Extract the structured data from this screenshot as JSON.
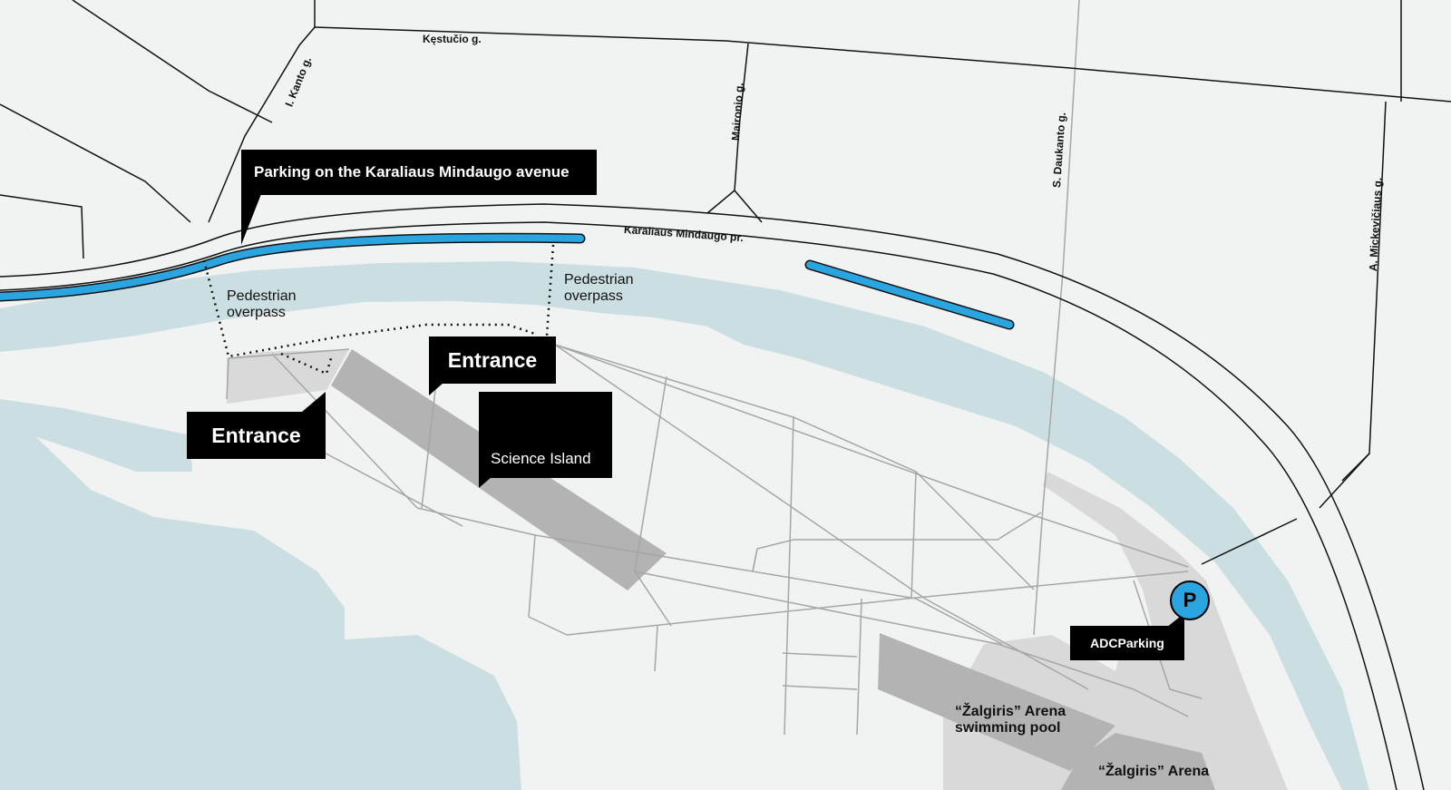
{
  "colors": {
    "background": "#f1f3f2",
    "water": "#cbdfe2",
    "road_line": "#111111",
    "path_line": "#a6a6a6",
    "building": "#b3b3b3",
    "area": "#d9d9d9",
    "parking_highlight": "#2aa5e0",
    "callout_bg": "#000000",
    "callout_text": "#ffffff"
  },
  "streets": {
    "kestucio": "Kęstučio g.",
    "kanto": "I. Kanto g.",
    "maironio": "Maironio g.",
    "daukanto": "S. Daukanto g.",
    "mickeviciaus": "A. Mickevičiaus g.",
    "mindaugo": "Karaliaus Mindaugo pr."
  },
  "labels": {
    "overpass_left": [
      "Pedestrian",
      "overpass"
    ],
    "overpass_right": [
      "Pedestrian",
      "overpass"
    ]
  },
  "callouts": {
    "parking": "Parking on the Karaliaus Mindaugo avenue",
    "entrance_left": "Entrance",
    "entrance_right": "Entrance",
    "science_island": "Science Island",
    "adc_parking": "ADCParking"
  },
  "parking_badge": "P",
  "venues": {
    "pool": [
      "“Žalgiris” Arena",
      "swimming pool"
    ],
    "arena": "“Žalgiris” Arena"
  },
  "icons": {
    "parking": "parking-icon",
    "logo": "science-island-logo"
  }
}
